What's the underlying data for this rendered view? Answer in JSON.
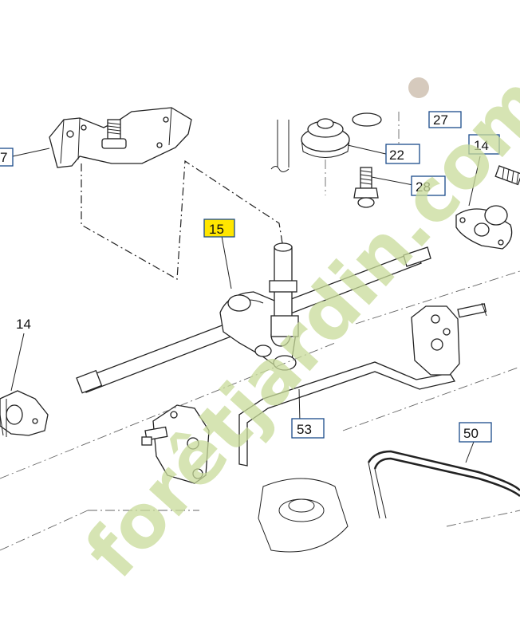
{
  "callouts": {
    "c7": "7",
    "c27": "27",
    "c22": "22",
    "c28": "28",
    "c14_right": "14",
    "c15": "15",
    "c14_left": "14",
    "c53": "53",
    "c50": "50"
  },
  "watermark": {
    "text": "forêtjardin.com",
    "color": "#c9dc9a",
    "dot_color": "#c9b9a8"
  },
  "highlight_color": "#ffe600",
  "callout_border_color": "#1a4a8a"
}
